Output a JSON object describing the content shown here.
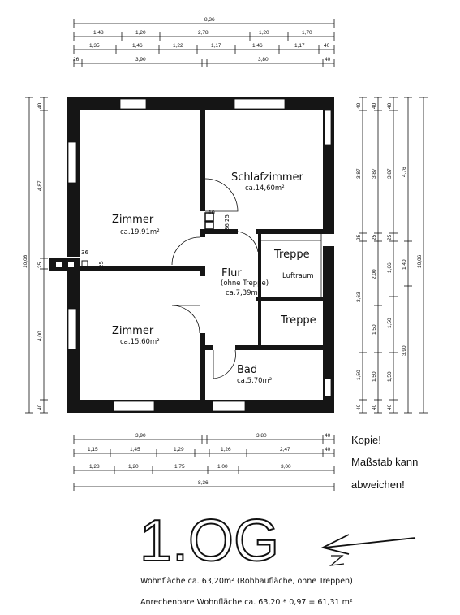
{
  "top_dimensions": {
    "total": "8,36",
    "row1": [
      "1,48",
      "1,20",
      "2,78",
      "1,20",
      "1,70"
    ],
    "row2": [
      "1,35",
      "1,46",
      "1,22",
      "1,17",
      "1,46",
      "1,17",
      "40"
    ],
    "row3": [
      "26",
      "3,90",
      "3,80",
      "40"
    ]
  },
  "bottom_dimensions": {
    "row1": [
      "3,90",
      "3,80",
      "40"
    ],
    "row2": [
      "1,15",
      "1,45",
      "1,29",
      "1,26",
      "2,47",
      "40"
    ],
    "row3": [
      "1,28",
      "1,20",
      "1,75",
      "1,00",
      "3,00"
    ],
    "total": "8,36"
  },
  "left_dimensions": {
    "total": "10,06",
    "segments": [
      "40",
      "4,87",
      "25",
      "4,00",
      "40"
    ]
  },
  "right_dimensions": {
    "col1": [
      "40",
      "3,87",
      "25",
      "3,63",
      "1,50",
      "40"
    ],
    "col2": [
      "40",
      "3,87",
      "25",
      "2,00",
      "1,50",
      "1,50",
      "40"
    ],
    "col3": [
      "40",
      "3,87",
      "25",
      "1,66",
      "1,50",
      "1,50",
      "40"
    ],
    "col4": [
      "4,76",
      "1,40",
      "3,90"
    ],
    "total": "10,06"
  },
  "rooms": {
    "zimmer1": {
      "name": "Zimmer",
      "area": "ca.19,91m²"
    },
    "schlafzimmer": {
      "name": "Schlafzimmer",
      "area": "ca.14,60m²"
    },
    "zimmer2": {
      "name": "Zimmer",
      "area": "ca.15,60m²"
    },
    "flur": {
      "name": "Flur",
      "sub": "(ohne Treppe)",
      "area": "ca.7,39m²"
    },
    "treppe1": {
      "name": "Treppe"
    },
    "luftraum": {
      "name": "Luftraum"
    },
    "treppe2": {
      "name": "Treppe"
    },
    "bad": {
      "name": "Bad",
      "area": "ca.5,70m²"
    }
  },
  "small_labels": {
    "a": "40",
    "b": "36",
    "c": "25",
    "d": "36",
    "e": "25"
  },
  "floor_label": "1.OG",
  "note": [
    "Kopie!",
    "Maßstab kann",
    "abweichen!"
  ],
  "footer": {
    "line1": "Wohnfläche ca. 63,20m² (Rohbaufläche, ohne Treppen)",
    "line2": "Anrechenbare Wohnfläche ca. 63,20 * 0,97 = 61,31 m²"
  }
}
